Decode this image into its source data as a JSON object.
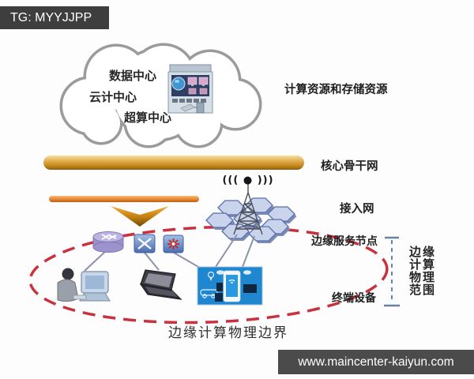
{
  "watermarks": {
    "top_tag": "TG: MYYJJPP",
    "bottom_url": "www.maincenter-kaiyun.com"
  },
  "cloud": {
    "centers": [
      "数据中心",
      "云计中心",
      "超算中心"
    ],
    "resources_label": "计算资源和存储资源"
  },
  "layers": {
    "backbone": "核心骨干网",
    "access": "接入网",
    "edge_node": "边缘服务节点",
    "terminal": "终端设备"
  },
  "antenna_waves": "((( ● )))",
  "scope": {
    "lines": [
      "边缘",
      "计算",
      "物理",
      "范围"
    ]
  },
  "boundary_caption": "边缘计算物理边界",
  "colors": {
    "backbone_gold": "#d79a28",
    "access_orange": "#e8872f",
    "boundary_red": "#c8313e",
    "hexagon_blue": "#c9d3ec",
    "bracket_blue": "#6186aa",
    "cloud_outline_gray": "#9b9b9b",
    "watermark_bg": "#3e3e3e"
  }
}
